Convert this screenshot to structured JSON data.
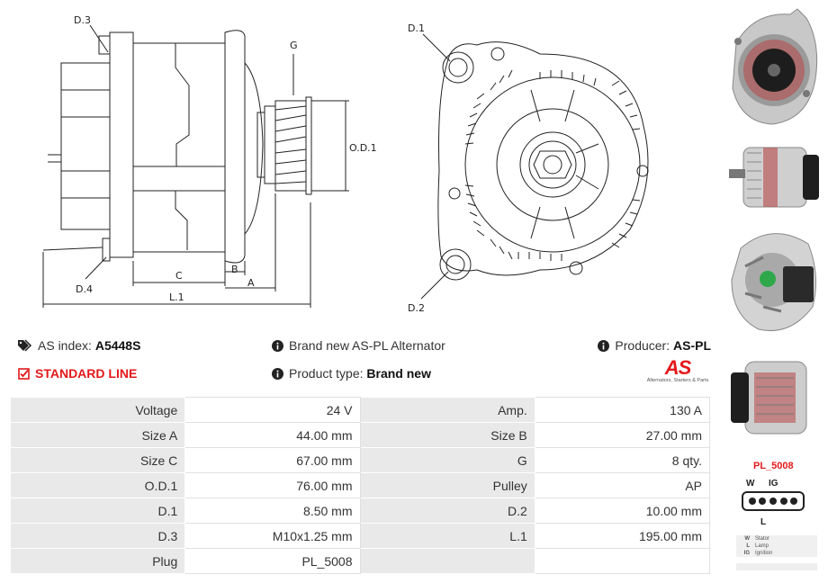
{
  "drawing": {
    "labels": {
      "d3": "D.3",
      "d4": "D.4",
      "g": "G",
      "od1": "O.D.1",
      "c": "C",
      "b": "B",
      "a": "A",
      "l1": "L.1",
      "d1": "D.1",
      "d2": "D.2"
    }
  },
  "info": {
    "as_index_label": "AS index:",
    "as_index_value": "A5448S",
    "standard_line": "STANDARD LINE",
    "brand_text": "Brand new AS-PL Alternator",
    "product_type_label": "Product type:",
    "product_type_value": "Brand new",
    "producer_label": "Producer:",
    "producer_value": "AS-PL"
  },
  "logo": {
    "mark": "AS",
    "tagline": "Alternators, Starters & Parts"
  },
  "specs": [
    [
      "Voltage",
      "24 V",
      "Amp.",
      "130 A"
    ],
    [
      "Size A",
      "44.00 mm",
      "Size B",
      "27.00 mm"
    ],
    [
      "Size C",
      "67.00 mm",
      "G",
      "8 qty."
    ],
    [
      "O.D.1",
      "76.00 mm",
      "Pulley",
      "AP"
    ],
    [
      "D.1",
      "8.50 mm",
      "D.2",
      "10.00 mm"
    ],
    [
      "D.3",
      "M10x1.25 mm",
      "L.1",
      "195.00 mm"
    ],
    [
      "Plug",
      "PL_5008",
      "",
      ""
    ]
  ],
  "plug": {
    "title": "PL_5008",
    "pin_w": "W",
    "pin_ig": "IG",
    "pin_l": "L",
    "legend": [
      [
        "W",
        "Stator"
      ],
      [
        "L",
        "Lamp"
      ],
      [
        "IG",
        "Ignition"
      ]
    ]
  },
  "colors": {
    "accent_red": "#e3191b",
    "table_key_bg": "#e9e9e9"
  }
}
